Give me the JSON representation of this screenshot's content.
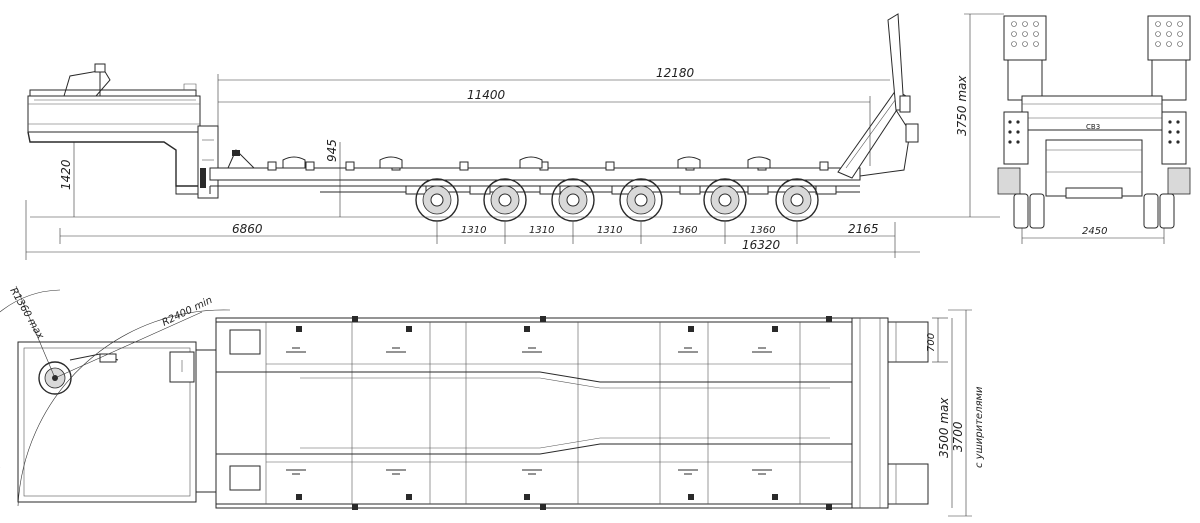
{
  "side_view": {
    "dims": {
      "overall_deck": "12180",
      "deck_length": "11400",
      "gooseneck_height": "1420",
      "deck_height": "945",
      "front_offset": "6860",
      "axle_spacing_1": "1310",
      "axle_spacing_2": "1310",
      "axle_spacing_3": "1310",
      "axle_spacing_4": "1360",
      "axle_spacing_5": "1360",
      "rear_overhang": "2165",
      "overall_length": "16320"
    }
  },
  "rear_view": {
    "dims": {
      "height_max": "3750 max",
      "track_width": "2450"
    },
    "plate_text": "СВ3"
  },
  "top_view": {
    "dims": {
      "front_radius": "R1360 max",
      "swing_radius": "R2400 min",
      "ramp_width": "700",
      "width_max": "3500 max",
      "width_extended": "3700",
      "width_extended_note": "с уширителями"
    }
  }
}
